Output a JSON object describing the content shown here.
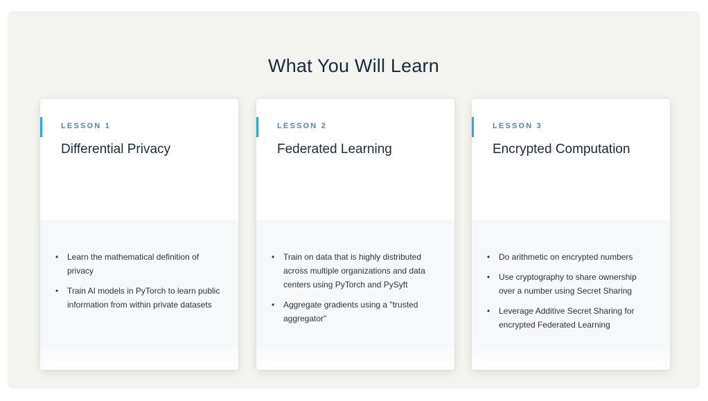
{
  "section": {
    "title": "What You Will Learn"
  },
  "cards": [
    {
      "label": "LESSON 1",
      "title": "Differential Privacy",
      "bullets": [
        "Learn the mathematical definition of privacy",
        "Train AI models in PyTorch to learn public information from within private datasets"
      ]
    },
    {
      "label": "LESSON 2",
      "title": "Federated Learning",
      "bullets": [
        "Train on data that is highly distributed across multiple organizations and data centers using PyTorch and PySyft",
        "Aggregate gradients using a \"trusted aggregator\""
      ]
    },
    {
      "label": "LESSON 3",
      "title": "Encrypted Computation",
      "bullets": [
        "Do arithmetic on encrypted numbers",
        "Use cryptography to share ownership over a number using Secret Sharing",
        "Leverage Additive Secret Sharing for encrypted Federated Learning"
      ]
    }
  ],
  "colors": {
    "accent": "#2fa8d8",
    "label": "#5a82a0",
    "title": "#1b2a3a",
    "section_bg": "#f3f3ef"
  },
  "icons": {
    "bullet": "bullet-dot-icon"
  }
}
